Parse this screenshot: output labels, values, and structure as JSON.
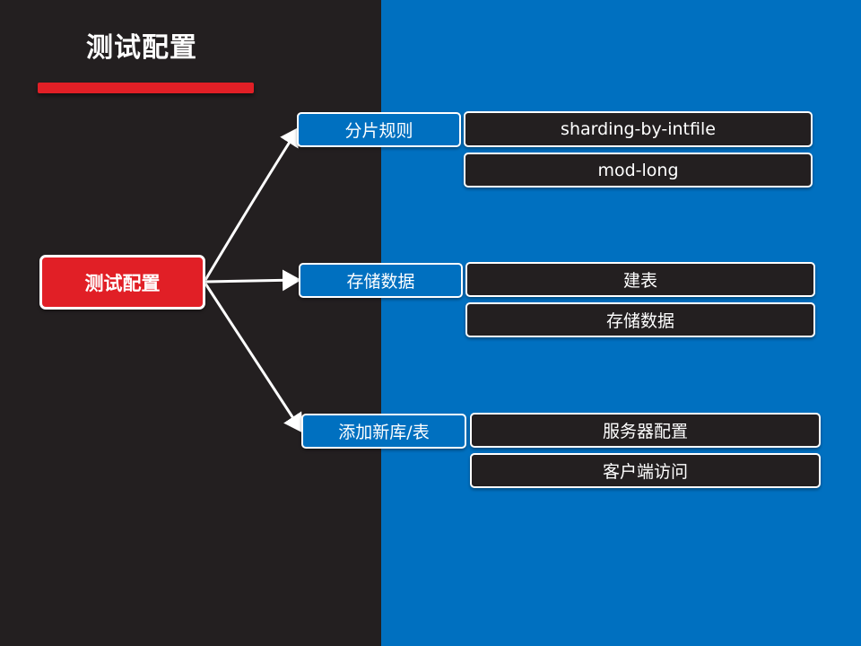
{
  "title": "测试配置",
  "root": {
    "label": "测试配置"
  },
  "branches": [
    {
      "label": "分片规则",
      "children": [
        "sharding-by-intfile",
        "mod-long"
      ]
    },
    {
      "label": "存储数据",
      "children": [
        "建表",
        "存储数据"
      ]
    },
    {
      "label": "添加新库/表",
      "children": [
        "服务器配置",
        "客户端访问"
      ]
    }
  ],
  "colors": {
    "dark": "#231f20",
    "blue": "#0070c0",
    "red": "#e11f26",
    "white": "#ffffff"
  }
}
